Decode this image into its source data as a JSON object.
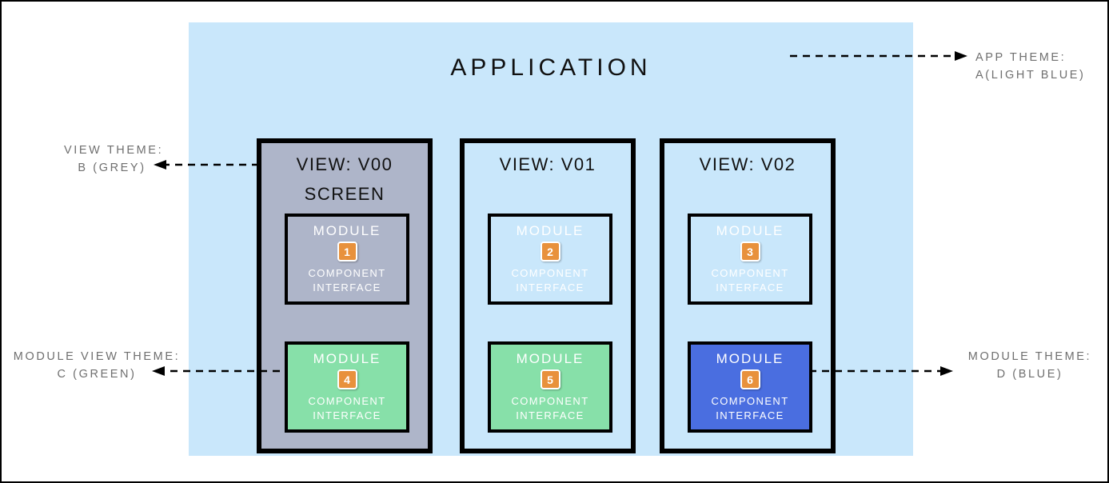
{
  "diagram": {
    "app": {
      "title": "APPLICATION",
      "background_color": "#c9e7fb"
    },
    "views": [
      {
        "title": "VIEW: V00",
        "subtitle": "SCREEN",
        "background_color": "#aeb5c9",
        "modules": [
          {
            "label": "MODULE",
            "badge": "1",
            "sub_line1": "COMPONENT",
            "sub_line2": "INTERFACE",
            "background_color": "#aeb5c9"
          },
          {
            "label": "MODULE",
            "badge": "4",
            "sub_line1": "COMPONENT",
            "sub_line2": "INTERFACE",
            "background_color": "#87e0a9"
          }
        ]
      },
      {
        "title": "VIEW: V01",
        "subtitle": "",
        "background_color": "#c9e7fb",
        "modules": [
          {
            "label": "MODULE",
            "badge": "2",
            "sub_line1": "COMPONENT",
            "sub_line2": "INTERFACE",
            "background_color": "#c9e7fb"
          },
          {
            "label": "MODULE",
            "badge": "5",
            "sub_line1": "COMPONENT",
            "sub_line2": "INTERFACE",
            "background_color": "#87e0a9"
          }
        ]
      },
      {
        "title": "VIEW: V02",
        "subtitle": "",
        "background_color": "#c9e7fb",
        "modules": [
          {
            "label": "MODULE",
            "badge": "3",
            "sub_line1": "COMPONENT",
            "sub_line2": "INTERFACE",
            "background_color": "#c9e7fb"
          },
          {
            "label": "MODULE",
            "badge": "6",
            "sub_line1": "COMPONENT",
            "sub_line2": "INTERFACE",
            "background_color": "#4a6ee0"
          }
        ]
      }
    ],
    "annotations": {
      "app_theme": {
        "line1": "APP THEME:",
        "line2": "A(LIGHT BLUE)"
      },
      "view_theme": {
        "line1": "VIEW THEME:",
        "line2": "B (GREY)"
      },
      "module_view_theme": {
        "line1": "MODULE VIEW THEME:",
        "line2": "C (GREEN)"
      },
      "module_theme": {
        "line1": "MODULE THEME:",
        "line2": "D (BLUE)"
      }
    },
    "colors": {
      "app_light_blue": "#c9e7fb",
      "view_grey": "#aeb5c9",
      "module_green": "#87e0a9",
      "module_blue": "#4a6ee0",
      "badge_orange": "#e8913c",
      "annotation_grey": "#6f6f6f",
      "border_black": "#000000"
    }
  }
}
